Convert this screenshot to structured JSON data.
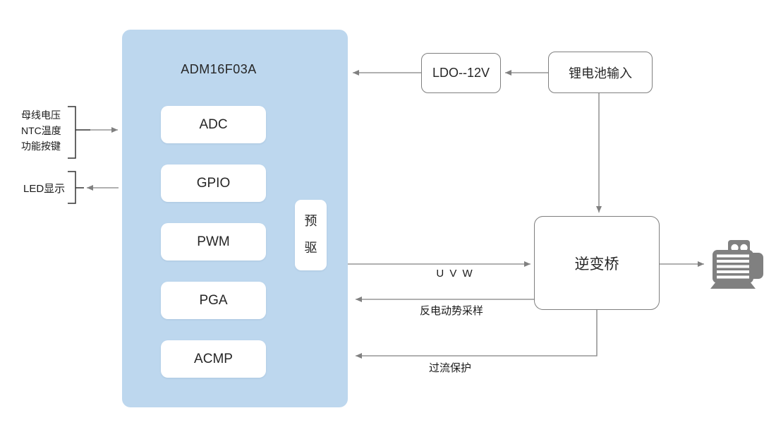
{
  "diagram": {
    "mcu": {
      "title": "ADM16F03A",
      "blocks": [
        "ADC",
        "GPIO",
        "PWM",
        "PGA",
        "ACMP"
      ],
      "predriver_label": "预驱"
    },
    "inputs": {
      "signals": [
        "母线电压",
        "NTC温度",
        "功能按键"
      ],
      "led_label": "LED显示"
    },
    "power": {
      "ldo_label": "LDO--12V",
      "battery_label": "锂电池输入"
    },
    "inverter_label": "逆变桥",
    "connections": {
      "uvw_label": "U V W",
      "bemf_label": "反电动势采样",
      "overcurrent_label": "过流保护"
    },
    "icons": {
      "motor": "motor-icon"
    },
    "colors": {
      "mcu_fill": "#BDD7EE",
      "box_border": "#7F7F7F",
      "connector": "#808080",
      "bracket": "#333333",
      "motor": "#808080",
      "text": "#262626"
    }
  }
}
